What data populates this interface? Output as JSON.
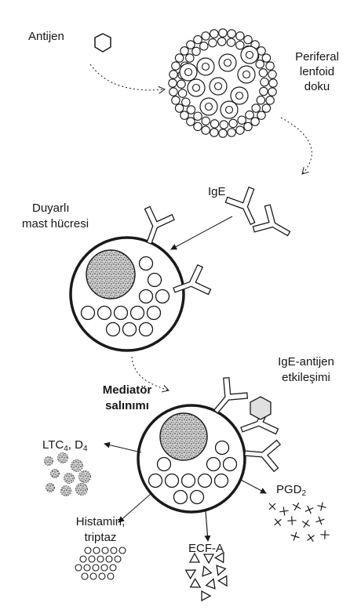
{
  "labels": {
    "antigen": "Antijen",
    "peripheral_1": "Periferal",
    "peripheral_2": "lenfoid",
    "peripheral_3": "doku",
    "ige": "IgE",
    "sensitized_1": "Duyarlı",
    "sensitized_2": "mast hücresi",
    "interaction_1": "IgE-antijen",
    "interaction_2": "etkileşimi",
    "mediator_1": "Mediatör",
    "mediator_2": "salınımı",
    "ltc_prefix": "LTC",
    "ltc_sub": "4",
    "ltc_mid": ", D",
    "ltc_sub2": "4",
    "pgd_prefix": "PGD",
    "pgd_sub": "2",
    "histamine_1": "Histamin,",
    "histamine_2": "triptaz",
    "ecfa": "ECF-A"
  },
  "colors": {
    "ink": "#1a1a1a",
    "nucleus": "#7a7a7a"
  }
}
